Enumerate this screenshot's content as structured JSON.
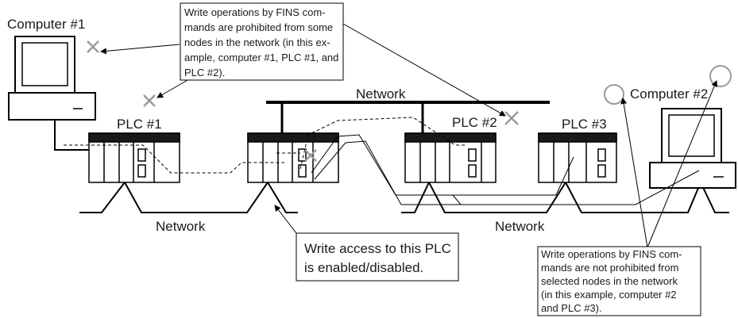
{
  "labels": {
    "computer1": "Computer #1",
    "computer2": "Computer #2",
    "plc1": "PLC #1",
    "plc2": "PLC #2",
    "plc3": "PLC #3",
    "network_top": "Network",
    "network_left": "Network",
    "network_right": "Network"
  },
  "callouts": {
    "prohibited": [
      "Write operations by FINS com-",
      "mands are prohibited from some",
      "nodes in the network (in this ex-",
      "ample, computer #1, PLC #1, and",
      "PLC #2)."
    ],
    "access": [
      "Write access to this PLC",
      "is enabled/disabled."
    ],
    "not_prohibited": [
      "Write operations by FINS com-",
      "mands are not prohibited from",
      "selected nodes in the network",
      "(in this example, computer #2",
      "and PLC #3)."
    ]
  },
  "colors": {
    "outline": "#000000",
    "plc_top_band": "#1a1a1a",
    "marker_gray": "#9a9a9a"
  },
  "markers": {
    "prohibited": "cross-mark",
    "permitted": "circle-mark"
  }
}
